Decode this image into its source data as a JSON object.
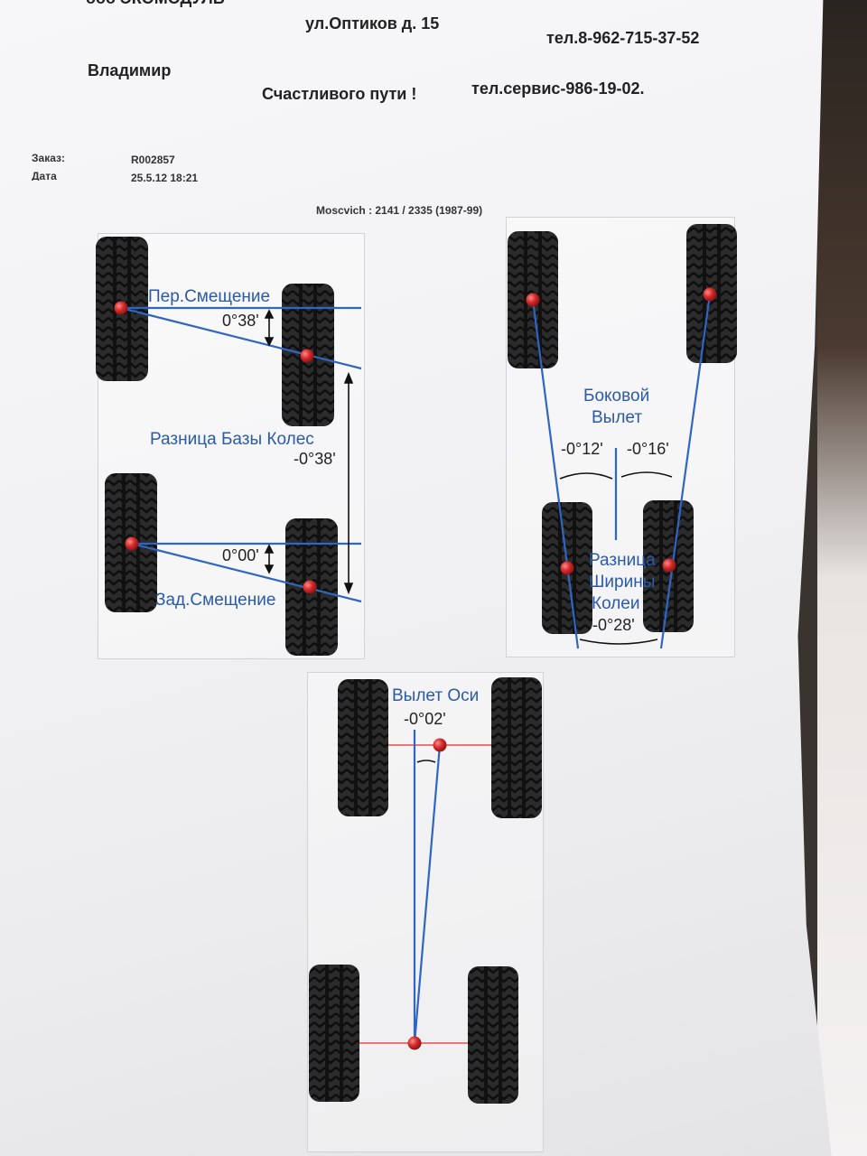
{
  "header": {
    "company": "ооо ЭКОМОДУЛЬ",
    "address": "ул.Оптиков д. 15",
    "phone": "тел.8-962-715-37-52",
    "name": "Владимир",
    "wish": "Счастливого пути !",
    "service_phone": "тел.сервис-986-19-02."
  },
  "order": {
    "order_label": "Заказ:",
    "order_value": "R002857",
    "date_label": "Дата",
    "date_value": "25.5.12 18:21"
  },
  "vehicle": "Moscvich : 2141 / 2335 (1987-99)",
  "panel_wheelbase": {
    "front_offset_label": "Пер.Смещение",
    "front_offset_value": "0°38'",
    "wheelbase_diff_label": "Разница Базы Колес",
    "wheelbase_diff_value": "-0°38'",
    "rear_offset_value": "0°00'",
    "rear_offset_label": "Зад.Смещение"
  },
  "panel_track": {
    "side_label_1": "Боковой",
    "side_label_2": "Вылет",
    "left_value": "-0°12'",
    "right_value": "-0°16'",
    "track_label_1": "Разница",
    "track_label_2": "Ширины",
    "track_label_3": "Колеи",
    "track_value": "-0°28'"
  },
  "panel_axle": {
    "label": "Вылет Оси",
    "value": "-0°02'"
  },
  "colors": {
    "line_blue": "#2f66c4",
    "dot_red": "#d42a2a",
    "axle_red": "#e05050"
  }
}
